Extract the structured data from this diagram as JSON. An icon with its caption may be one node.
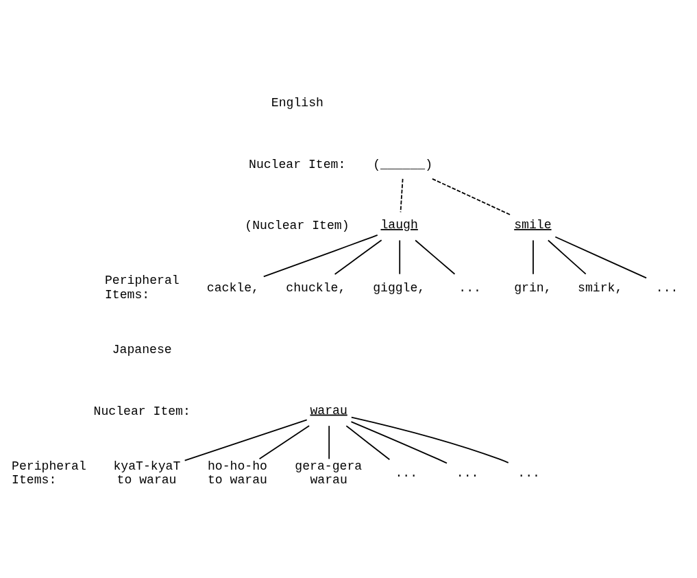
{
  "diagram": {
    "nodes": [
      {
        "text": [
          "(______)"
        ]
      },
      {
        "text": [
          "laugh"
        ]
      },
      {
        "text": [
          "smile"
        ]
      },
      {
        "text": [
          "cackle,"
        ]
      },
      {
        "text": [
          "chuckle,"
        ]
      },
      {
        "text": [
          "giggle,"
        ]
      },
      {
        "text": [
          "..."
        ]
      },
      {
        "text": [
          "grin,"
        ]
      },
      {
        "text": [
          "smirk,"
        ]
      },
      {
        "text": [
          "..."
        ]
      },
      {
        "text": [
          "warau"
        ]
      },
      {
        "text": [
          "kyaT-kyaT to warau"
        ]
      },
      {
        "text": [
          "ho-ho-ho to warau"
        ]
      },
      {
        "text": [
          "gera-gera warau"
        ]
      },
      {
        "text": [
          "..."
        ]
      },
      {
        "text": [
          "..."
        ]
      },
      {
        "text": [
          "..."
        ]
      }
    ],
    "edges": [
      {
        "from": 0,
        "to": 1,
        "arrow": "none",
        "style": "dashed"
      },
      {
        "from": 0,
        "to": 2,
        "arrow": "none",
        "style": "dashed"
      },
      {
        "from": 1,
        "to": 3,
        "arrow": "none"
      },
      {
        "from": 1,
        "to": 4,
        "arrow": "none"
      },
      {
        "from": 1,
        "to": 5,
        "arrow": "none"
      },
      {
        "from": 1,
        "to": 6,
        "arrow": "none"
      },
      {
        "from": 2,
        "to": 7,
        "arrow": "none"
      },
      {
        "from": 2,
        "to": 8,
        "arrow": "none"
      },
      {
        "from": 2,
        "to": 9,
        "arrow": "none"
      },
      {
        "from": 10,
        "to": 11,
        "arrow": "none"
      },
      {
        "from": 10,
        "to": 12,
        "arrow": "none"
      },
      {
        "from": 10,
        "to": 13,
        "arrow": "none"
      },
      {
        "from": 10,
        "to": 14,
        "arrow": "none"
      },
      {
        "from": 10,
        "to": 15,
        "arrow": "none"
      },
      {
        "from": 10,
        "to": 16,
        "arrow": "none"
      }
    ],
    "labels": [
      "English",
      "Nuclear Item:",
      "(Nuclear Item)",
      "Peripheral Items:",
      "Japanese",
      "Nuclear Item:",
      "Peripheral Items:"
    ]
  }
}
